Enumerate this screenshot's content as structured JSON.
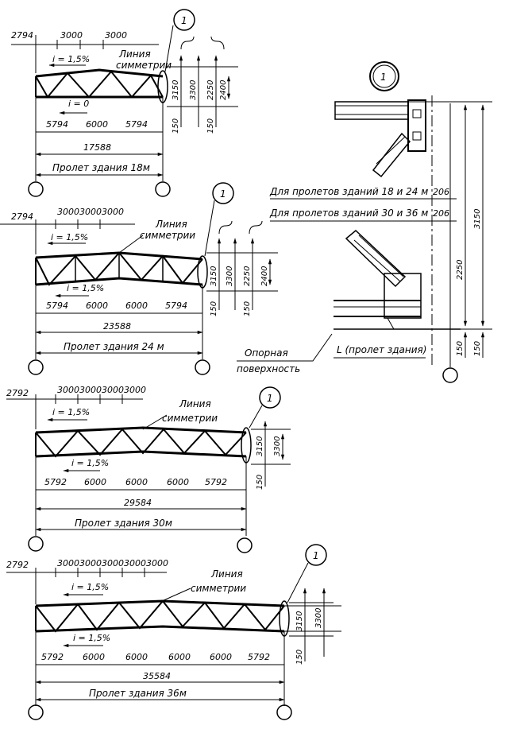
{
  "trusses": [
    {
      "name": "truss-18m",
      "top_offsets": [
        "2794",
        "3000",
        "3000"
      ],
      "slope_top": "i = 1,5%",
      "slope_bottom": "i = 0",
      "panels": [
        "5794",
        "6000",
        "5794"
      ],
      "overall": "17588",
      "span_label": "Пролет здания 18м",
      "symmetry_label": [
        "Линия",
        "симметрии"
      ],
      "heights": [
        "3150",
        "3300",
        "2250",
        "2400"
      ],
      "support_dims": [
        "150",
        "150"
      ],
      "callout": "1"
    },
    {
      "name": "truss-24m",
      "top_offsets": [
        "2794",
        "3000",
        "3000",
        "3000"
      ],
      "slope_top": "i = 1,5%",
      "slope_bottom": "i = 1,5%",
      "panels": [
        "5794",
        "6000",
        "6000",
        "5794"
      ],
      "overall": "23588",
      "span_label": "Пролет здания 24 м",
      "symmetry_label": [
        "Линия",
        "симметрии"
      ],
      "heights": [
        "3150",
        "3300",
        "2250",
        "2400"
      ],
      "support_dims": [
        "150",
        "150"
      ],
      "callout": "1"
    },
    {
      "name": "truss-30m",
      "top_offsets": [
        "2792",
        "3000",
        "3000",
        "3000",
        "3000"
      ],
      "slope_top": "i = 1,5%",
      "slope_bottom": "i = 1,5%",
      "panels": [
        "5792",
        "6000",
        "6000",
        "6000",
        "5792"
      ],
      "overall": "29584",
      "span_label": "Пролет здания 30м",
      "symmetry_label": [
        "Линия",
        "симметрии"
      ],
      "heights": [
        "3150",
        "3300"
      ],
      "support_dims": [
        "150"
      ],
      "callout": "1"
    },
    {
      "name": "truss-36m",
      "top_offsets": [
        "2792",
        "3000",
        "3000",
        "3000",
        "3000",
        "3000"
      ],
      "slope_top": "i = 1,5%",
      "slope_bottom": "i = 1,5%",
      "panels": [
        "5792",
        "6000",
        "6000",
        "6000",
        "6000",
        "5792"
      ],
      "overall": "35584",
      "span_label": "Пролет здания 36м",
      "symmetry_label": [
        "Линия",
        "симметрии"
      ],
      "heights": [
        "3150",
        "3300"
      ],
      "support_dims": [
        "150"
      ],
      "callout": "1"
    }
  ],
  "detail": {
    "callout": "1",
    "label_18_24": "Для пролетов зданий 18 и 24 м",
    "label_30_36": "Для пролетов зданий 30 и 36 м",
    "gap_18_24": "206",
    "gap_30_36": "206",
    "height_3150": "3150",
    "height_2250": "2250",
    "support_label": [
      "Опорная",
      "поверхность"
    ],
    "axis_label": "L (пролет здания)",
    "base_150_a": "150",
    "base_150_b": "150"
  }
}
